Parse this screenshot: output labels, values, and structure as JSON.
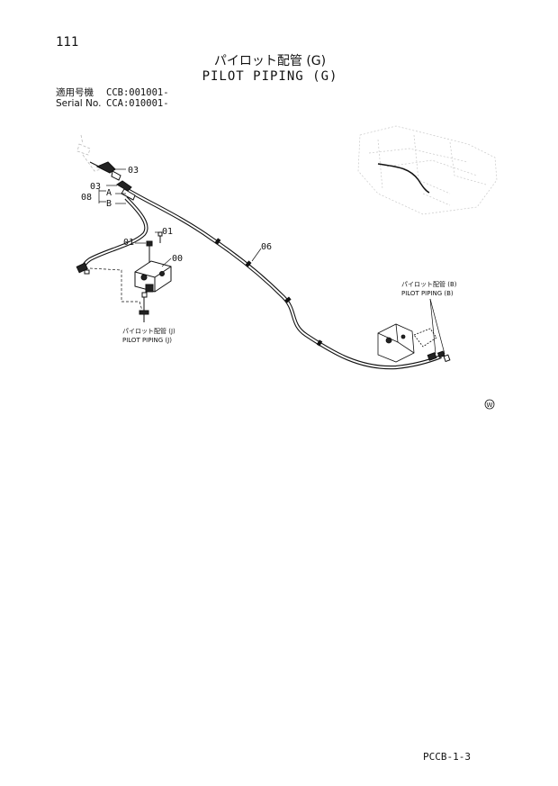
{
  "header": {
    "page_number": "111",
    "title_jp": "パイロット配管 (G)",
    "title_en": "PILOT PIPING (G)"
  },
  "serial": {
    "row1_label": "適用号機",
    "row1_value": "CCB:001001-",
    "row2_label": "Serial No.",
    "row2_value": "CCA:010001-"
  },
  "callouts": {
    "c03_top": "03",
    "c03_left": "03",
    "c08": "08",
    "cA": "A",
    "cB": "B",
    "c01": "01",
    "c01b": "01",
    "c00": "00",
    "c06": "06"
  },
  "references": {
    "ref_b_jp": "パイロット配管 (B)",
    "ref_b_en": "PILOT PIPING (B)",
    "ref_j_jp": "パイロット配管 (J)",
    "ref_j_en": "PILOT PIPING (J)"
  },
  "mark_w": "W",
  "footer": {
    "code": "PCCB-1-3"
  }
}
